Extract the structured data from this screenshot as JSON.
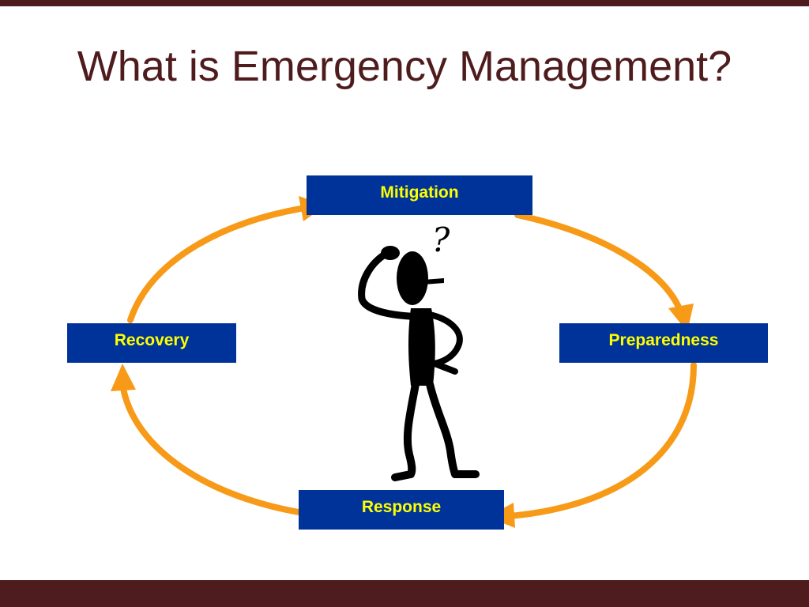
{
  "slide": {
    "title": "What is Emergency Management?"
  },
  "diagram": {
    "phases": [
      {
        "id": "mitigation",
        "label": "Mitigation"
      },
      {
        "id": "preparedness",
        "label": "Preparedness"
      },
      {
        "id": "response",
        "label": "Response"
      },
      {
        "id": "recovery",
        "label": "Recovery"
      }
    ],
    "figure_icon": "confused-stick-figure-icon",
    "question_mark": "?"
  },
  "colors": {
    "title_text": "#4f1c1e",
    "band": "#4f1c1e",
    "box_fill": "#003399",
    "box_text": "#ffff00",
    "arrow": "#f79a17",
    "figure": "#000000",
    "background": "#ffffff"
  }
}
